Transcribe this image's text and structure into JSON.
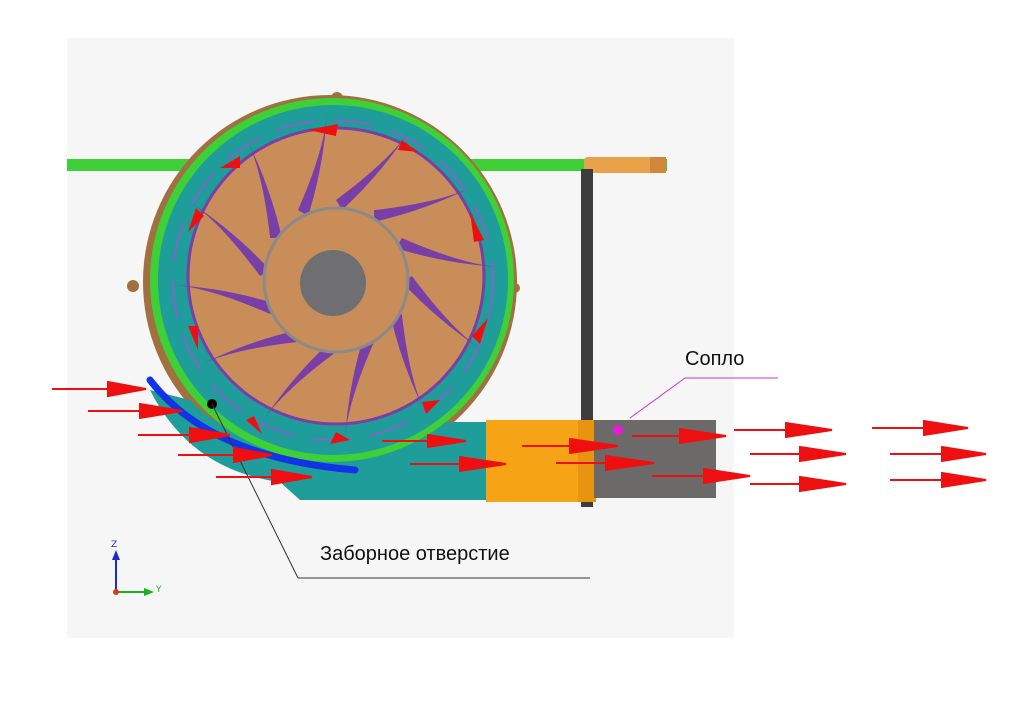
{
  "labels": {
    "nozzle": "Сопло",
    "intake": "Заборное отверстие"
  },
  "axis_triad": {
    "vertical": "Z",
    "horizontal": "Y"
  },
  "colors": {
    "viewport_bg": "#f6f6f6",
    "housing_teal": "#1e9d9a",
    "impeller_tan": "#c98d5a",
    "blade_purple": "#7a3fa6",
    "hub_gray": "#6f6f72",
    "rim_green": "#3fcf37",
    "intake_blue": "#1333e6",
    "nozzle_orange": "#f7a316",
    "outlet_gray": "#6c6a69",
    "flow_red": "#ee1010",
    "nozzle_marker": "#e81ad9",
    "intake_marker": "#000000"
  },
  "icons": [
    "flow-arrow-icon",
    "rotation-arrow-icon",
    "axis-triad-icon"
  ]
}
